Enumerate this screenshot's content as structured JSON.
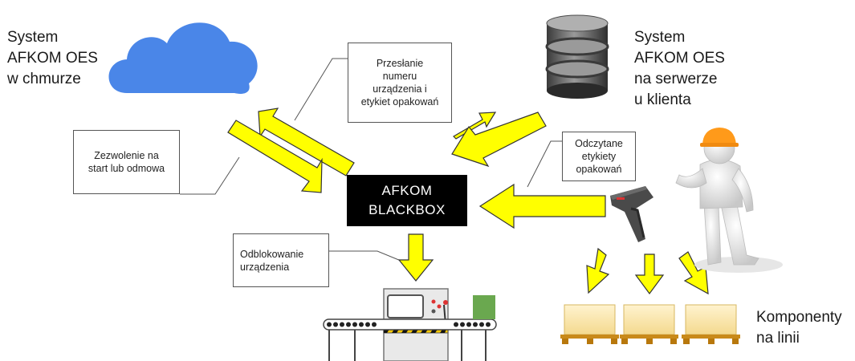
{
  "labels": {
    "cloud_system": [
      "System",
      "AFKOM OES",
      "w chmurze"
    ],
    "server_system": [
      "System",
      "AFKOM OES",
      "na serwerze",
      "u klienta"
    ],
    "components": [
      "Komponenty",
      "na linii"
    ]
  },
  "blackbox": {
    "line1": "AFKOM",
    "line2": "BLACKBOX",
    "bg": "#000000",
    "fg": "#ffffff"
  },
  "notes": {
    "transfer": [
      "Przesłanie",
      "numeru",
      "urządzenia i",
      "etykiet opakowań"
    ],
    "permission": [
      "Zezwolenie na",
      "start lub odmowa"
    ],
    "read_labels": [
      "Odczytane",
      "etykiety",
      "opakowań"
    ],
    "unlock": [
      "Odblokowanie",
      "urządzenia"
    ]
  },
  "colors": {
    "arrow_fill": "#ffff00",
    "arrow_stroke": "#333333",
    "cloud": "#4a86e8",
    "box": "#f8e6a6"
  }
}
